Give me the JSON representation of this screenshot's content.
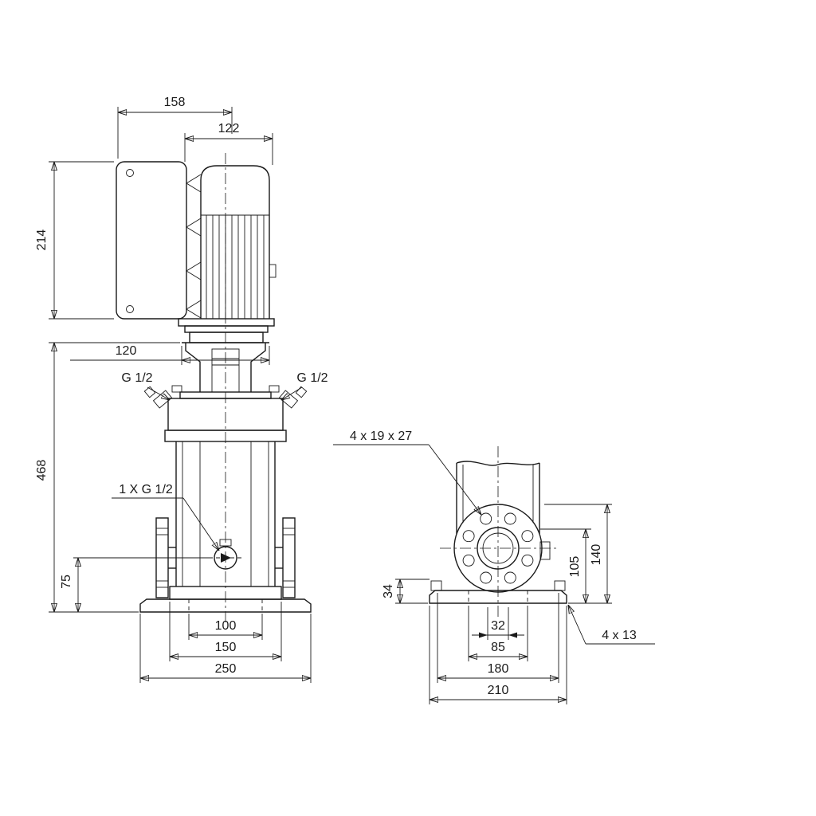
{
  "meta": {
    "background": "#ffffff",
    "line_color": "#1a1a1a",
    "drawing_type": "vertical multistage pump dimensional drawing"
  },
  "front_view": {
    "dim_158": "158",
    "dim_122": "122",
    "dim_214": "214",
    "dim_120": "120",
    "dim_468": "468",
    "dim_75": "75",
    "dim_100": "100",
    "dim_150": "150",
    "dim_250": "250",
    "port_left_label": "G 1/2",
    "port_right_label": "G 1/2",
    "drain_label": "1 X G 1/2"
  },
  "side_view": {
    "flange_holes_label": "4 x 19 x 27",
    "dim_105": "105",
    "dim_140": "140",
    "dim_34": "34",
    "dim_32": "32",
    "dim_85": "85",
    "dim_180": "180",
    "dim_210": "210",
    "base_holes_label": "4 x 13"
  }
}
